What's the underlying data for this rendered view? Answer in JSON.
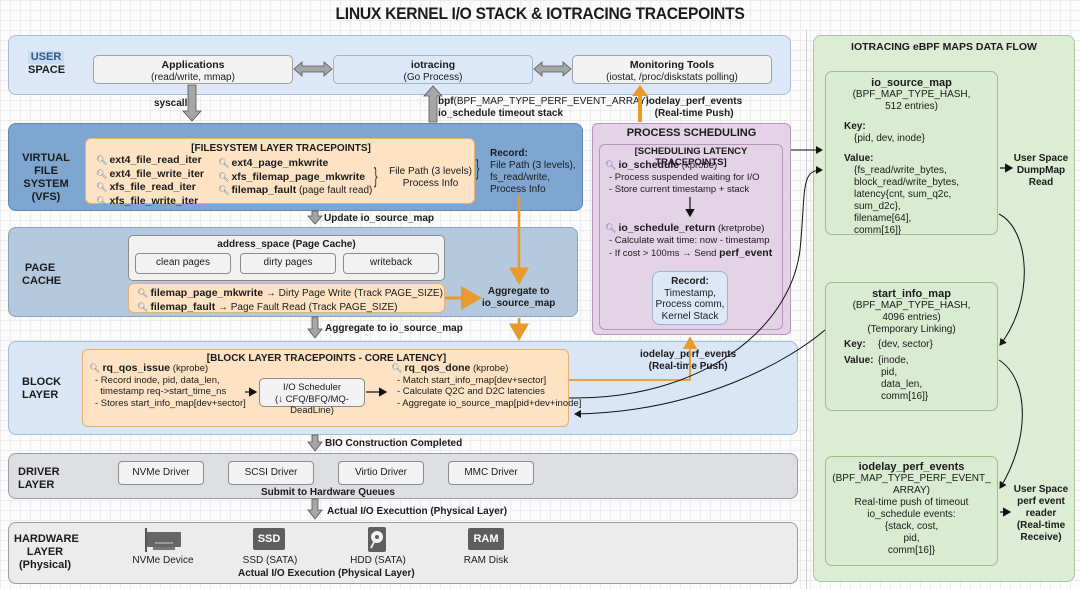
{
  "title": "LINUX KERNEL I/O STACK & IOTRACING TRACEPOINTS",
  "user_space": {
    "label_line1": "USER",
    "label_line2": "SPACE",
    "applications": {
      "title": "Applications",
      "subtitle": "(read/write, mmap)"
    },
    "iotracing": {
      "title": "iotracing",
      "subtitle": "(Go Process)"
    },
    "monitoring": {
      "title": "Monitoring Tools",
      "subtitle": "(iostat, /proc/diskstats polling)"
    },
    "syscall_label": "syscall",
    "bpf_label_prefix": "bpf",
    "bpf_label_rest": "(BPF_MAP_TYPE_PERF_EVENT_ARRAY)",
    "bpf_label_line2": "io_schedule timeout stack",
    "iodelay_label": "iodelay_perf_events",
    "iodelay_sub": "(Real-time Push)"
  },
  "vfs": {
    "label_line1": "VIRTUAL",
    "label_line2": "FILE SYSTEM",
    "label_line3": "(VFS)",
    "box_title": "[FILESYSTEM LAYER TRACEPOINTS]",
    "col1": [
      "ext4_file_read_iter",
      "ext4_file_write_iter",
      "xfs_file_read_iter",
      "xfs_file_write_iter"
    ],
    "col2": [
      {
        "name": "ext4_page_mkwrite",
        "note": ""
      },
      {
        "name": "xfs_filemap_page_mkwrite",
        "note": ""
      },
      {
        "name": "filemap_fault",
        "note": " (page fault read)"
      }
    ],
    "brace_text_line1": "File Path (3 levels)",
    "brace_text_line2": "Process Info",
    "record_title": "Record:",
    "record_lines": [
      "File Path (3 levels),",
      "fs_read/write,",
      "Process Info"
    ],
    "update_label": "Update io_source_map"
  },
  "page_cache": {
    "label_line1": "PAGE",
    "label_line2": "CACHE",
    "address_space": "address_space (Page Cache)",
    "pages": [
      "clean pages",
      "dirty pages",
      "writeback"
    ],
    "tracepoints": [
      {
        "name": "filemap_page_mkwrite",
        "desc": " → Dirty Page Write (Track PAGE_SIZE)"
      },
      {
        "name": "filemap_fault",
        "desc": " → Page Fault Read (Track PAGE_SIZE)"
      }
    ],
    "aggregate_right_line1": "Aggregate to",
    "aggregate_right_line2": "io_source_map",
    "aggregate_label": "Aggregate to io_source_map"
  },
  "scheduling": {
    "title": "PROCESS SCHEDULING",
    "inner_title": "[SCHEDULING LATENCY TRACEPOINTS]",
    "probe1": {
      "name": "io_schedule",
      "type": " (kprobe)",
      "lines": [
        "- Process suspended waiting for I/O",
        "- Store current timestamp + stack"
      ]
    },
    "probe2": {
      "name": "io_schedule_return",
      "type": " (kretprobe)",
      "line1": "- Calculate wait time: now - timestamp",
      "line2_prefix": "- If cost > 100ms → Send ",
      "line2_bold": "perf_event"
    },
    "record": {
      "title": "Record:",
      "lines": [
        "Timestamp,",
        "Process comm,",
        "Kernel Stack"
      ]
    }
  },
  "block": {
    "label_line1": "BLOCK",
    "label_line2": "LAYER",
    "box_title": "[BLOCK LAYER TRACEPOINTS - CORE LATENCY]",
    "issue": {
      "name": "rq_qos_issue",
      "type": " (kprobe)",
      "lines": [
        "- Record inode, pid, data_len,",
        "  timestamp req->start_time_ns",
        "- Stores start_info_map[dev+sector]"
      ]
    },
    "scheduler": {
      "title": "I/O Scheduler",
      "subtitle": "(↓ CFQ/BFQ/MQ-DeadLine)"
    },
    "done": {
      "name": "rq_qos_done",
      "type": " (kprobe)",
      "lines": [
        "- Match start_info_map[dev+sector]",
        "- Calculate Q2C and D2C latencies",
        "- Aggregate io_source_map[pid+dev+inode]"
      ]
    },
    "push_label": "iodelay_perf_events",
    "push_sub": "(Real-time Push)",
    "bio_label": "BIO Construction Completed"
  },
  "driver": {
    "label_line1": "DRIVER",
    "label_line2": "LAYER",
    "drivers": [
      "NVMe Driver",
      "SCSI Driver",
      "Virtio Driver",
      "MMC Driver"
    ],
    "submit_label": "Submit to Hardware Queues",
    "exec_label": "Actual I/O Executtion (Physical Layer)"
  },
  "hardware": {
    "label_line1": "HARDWARE",
    "label_line2": "LAYER",
    "label_line3": "(Physical)",
    "devices": [
      {
        "icon": "nvme-card-icon",
        "label": "NVMe Device"
      },
      {
        "icon": "ssd-icon",
        "icon_text": "SSD",
        "label": "SSD (SATA)"
      },
      {
        "icon": "hdd-icon",
        "label": "HDD (SATA)"
      },
      {
        "icon": "ram-icon",
        "icon_text": "RAM",
        "label": "RAM Disk"
      }
    ],
    "exec_label": "Actual I/O Execution (Physical Layer)"
  },
  "maps": {
    "title": "IOTRACING eBPF MAPS DATA FLOW",
    "io_source_map": {
      "name": "io_source_map",
      "type_line1": "(BPF_MAP_TYPE_HASH,",
      "type_line2": "512 entries)",
      "key_label": "Key:",
      "key_value": "{pid, dev, inode}",
      "value_label": "Value:",
      "value_lines": [
        "{fs_read/write_bytes,",
        "block_read/write_bytes,",
        "latency{cnt, sum_q2c, sum_d2c},",
        "filename[64],",
        "comm[16]}"
      ],
      "reader": [
        "User Space",
        "DumpMap",
        "Read"
      ]
    },
    "start_info_map": {
      "name": "start_info_map",
      "type_line1": "(BPF_MAP_TYPE_HASH,",
      "type_line2": "4096 entries)",
      "type_line3": "(Temporary Linking)",
      "key_label": "Key:",
      "key_value": "{dev, sector}",
      "value_label": "Value:",
      "value_lines": [
        "{inode,",
        "pid,",
        "data_len,",
        "comm[16]}"
      ]
    },
    "iodelay_perf_events": {
      "name": "iodelay_perf_events",
      "type_line1": "(BPF_MAP_TYPE_PERF_EVENT_",
      "type_line2": "ARRAY)",
      "desc_lines": [
        "Real-time push of timeout",
        "io_schedule events:",
        "{stack, cost,",
        "pid,",
        "comm[16]}"
      ],
      "reader": [
        "User Space",
        "perf event",
        "reader",
        "(Real-time",
        "Receive)"
      ]
    }
  }
}
